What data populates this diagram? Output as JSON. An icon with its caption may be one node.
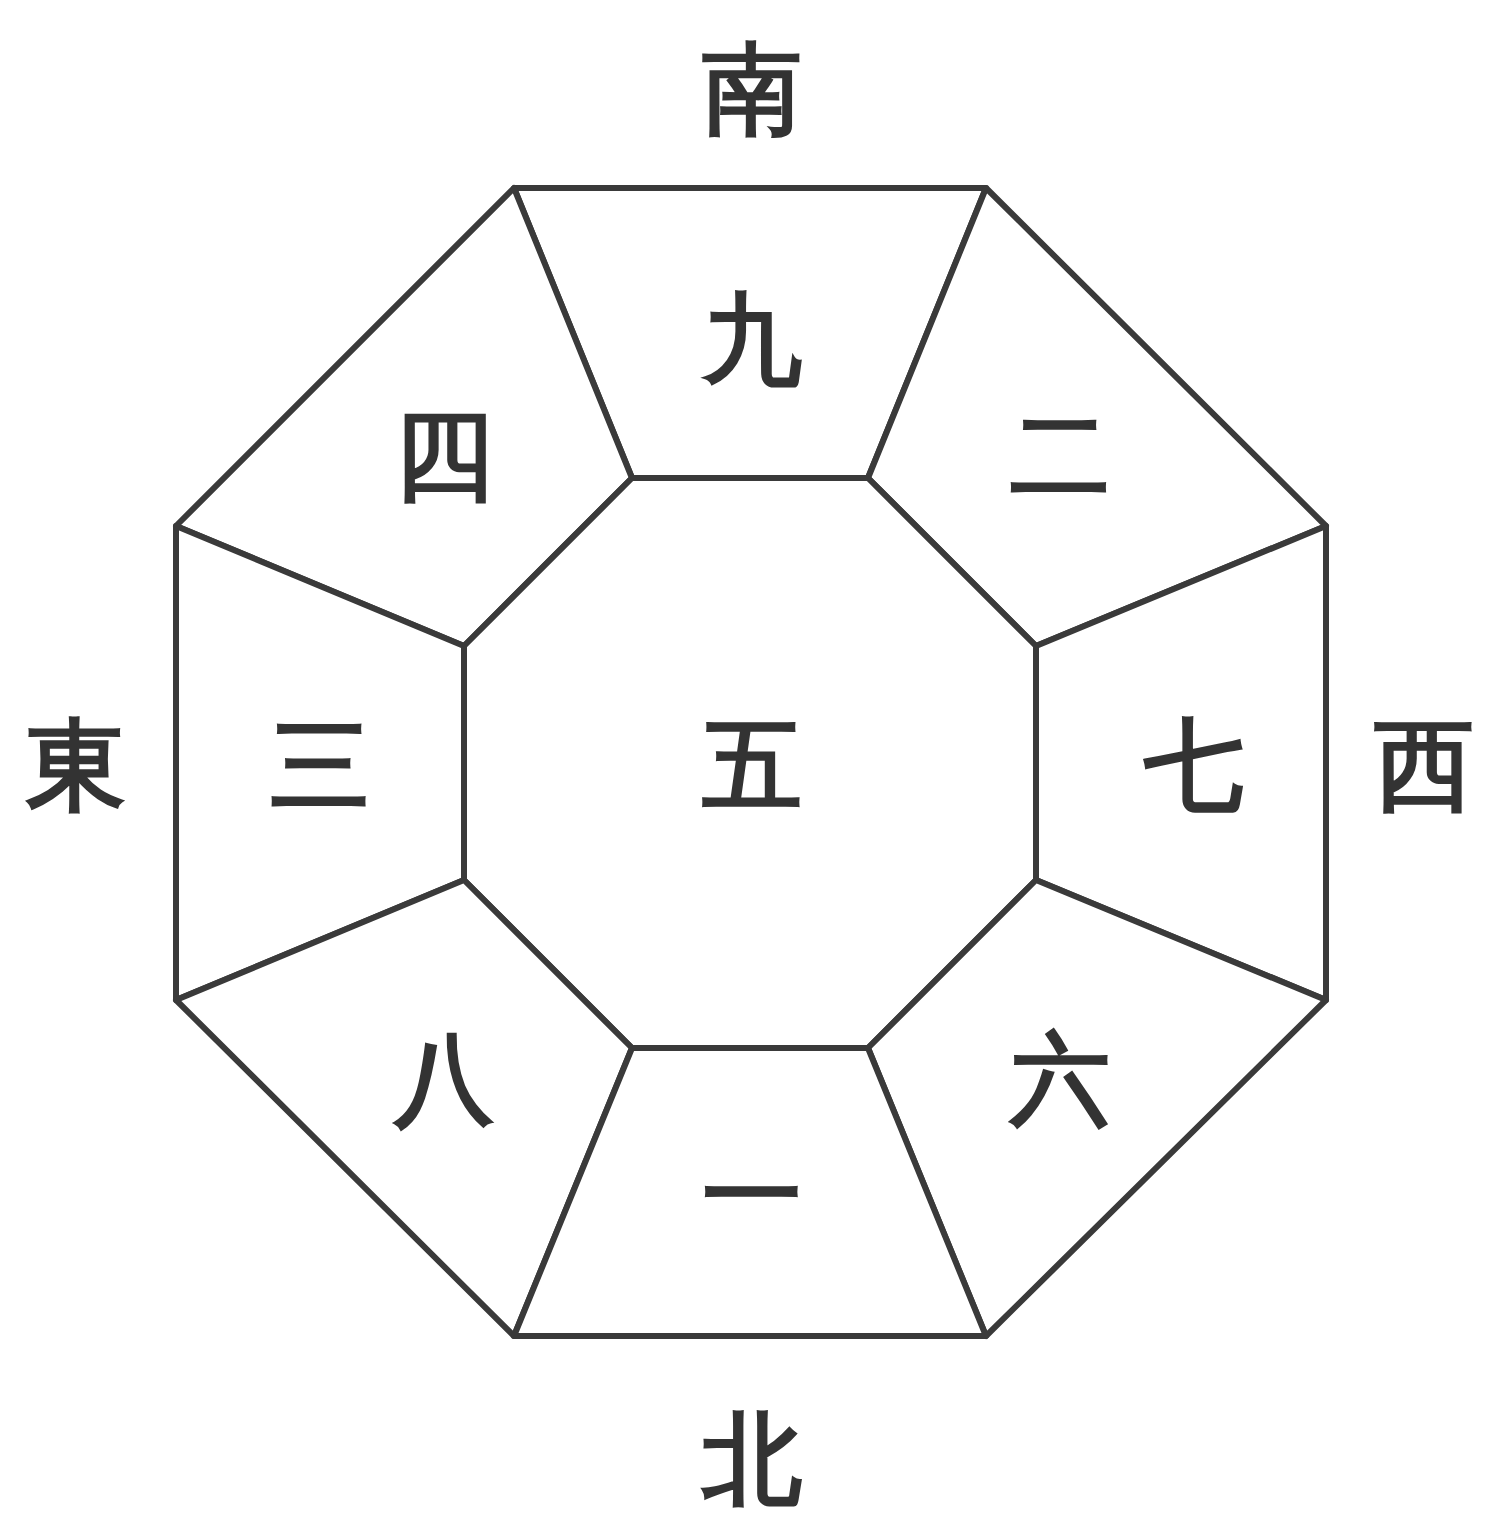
{
  "diagram": {
    "nodes": [
      {
        "text": [
          "九"
        ]
      },
      {
        "text": [
          "四"
        ]
      },
      {
        "text": [
          "二"
        ]
      },
      {
        "text": [
          "三"
        ]
      },
      {
        "text": [
          "五"
        ]
      },
      {
        "text": [
          "七"
        ]
      },
      {
        "text": [
          "八"
        ]
      },
      {
        "text": [
          "六"
        ]
      },
      {
        "text": [
          "一"
        ]
      }
    ],
    "labels": [
      "南",
      "東",
      "西",
      "北"
    ]
  }
}
